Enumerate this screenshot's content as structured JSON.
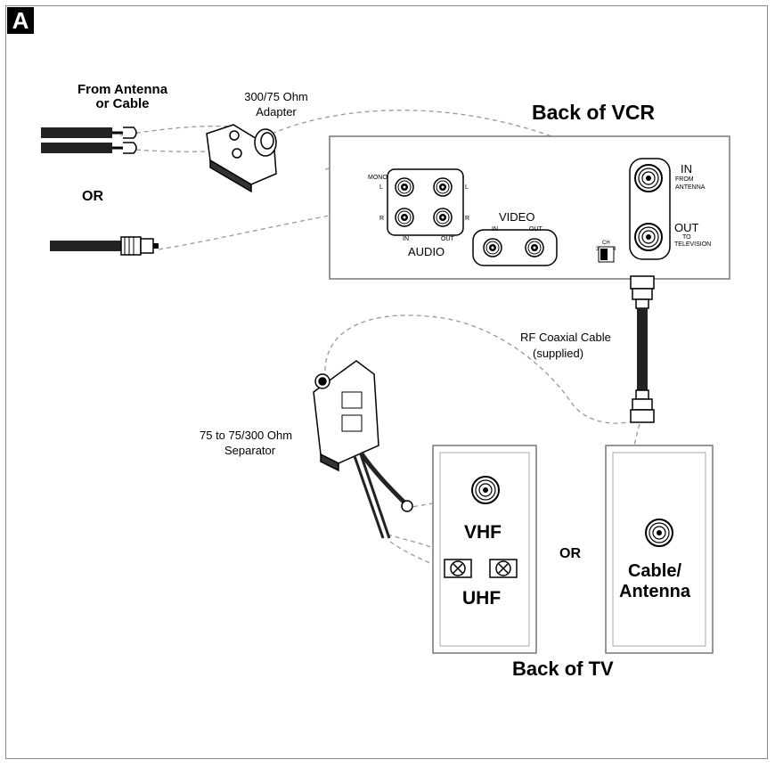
{
  "badge": "A",
  "labels": {
    "back_of_vcr": "Back of VCR",
    "back_of_tv": "Back of TV",
    "from_antenna_line1": "From Antenna",
    "from_antenna_line2": "or Cable",
    "or_left": "OR",
    "or_right": "OR",
    "adapter_line1": "300/75 Ohm",
    "adapter_line2": "Adapter",
    "rf_cable_line1": "RF Coaxial Cable",
    "rf_cable_line2": "(supplied)",
    "separator_line1": "75 to 75/300 Ohm",
    "separator_line2": "Separator",
    "vhf": "VHF",
    "uhf": "UHF",
    "cable_antenna_line1": "Cable/",
    "cable_antenna_line2": "Antenna"
  },
  "vcr_panel": {
    "in_label": "IN",
    "in_sub_1": "FROM",
    "in_sub_2": "ANTENNA",
    "out_label": "OUT",
    "out_sub_1": "TO",
    "out_sub_2": "TELEVISION",
    "audio_label": "AUDIO",
    "video_label": "VIDEO",
    "mono": "MONO",
    "left": "L",
    "right": "R",
    "in": "IN",
    "out": "OUT",
    "ch": "CH",
    "ch3": "3",
    "ch4": "4"
  }
}
